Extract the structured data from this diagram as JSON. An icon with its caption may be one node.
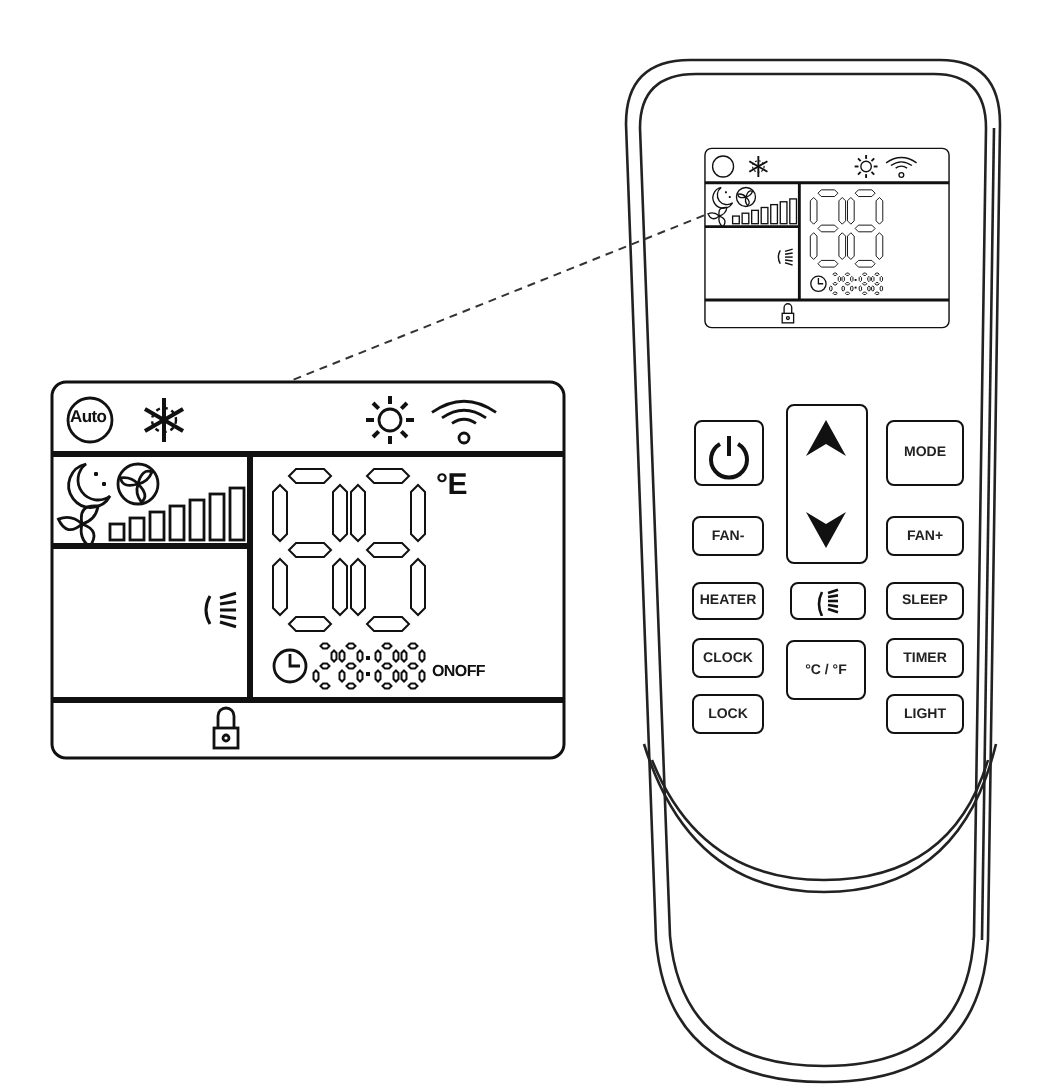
{
  "diagram": {
    "nodes": [
      {
        "text": [],
        "shape": "box"
      },
      {
        "text": [],
        "shape": "box"
      }
    ],
    "edges": [
      {
        "from": 0,
        "to": 1,
        "arrow": "none",
        "style": "dashed"
      }
    ],
    "labels": [
      "Auto",
      "°E",
      "ONOFF",
      "MODE",
      "FAN-",
      "FAN+",
      "HEATER",
      "SLEEP",
      "CLOCK",
      "°C / °F",
      "TIMER",
      "LOCK",
      "LIGHT"
    ]
  }
}
